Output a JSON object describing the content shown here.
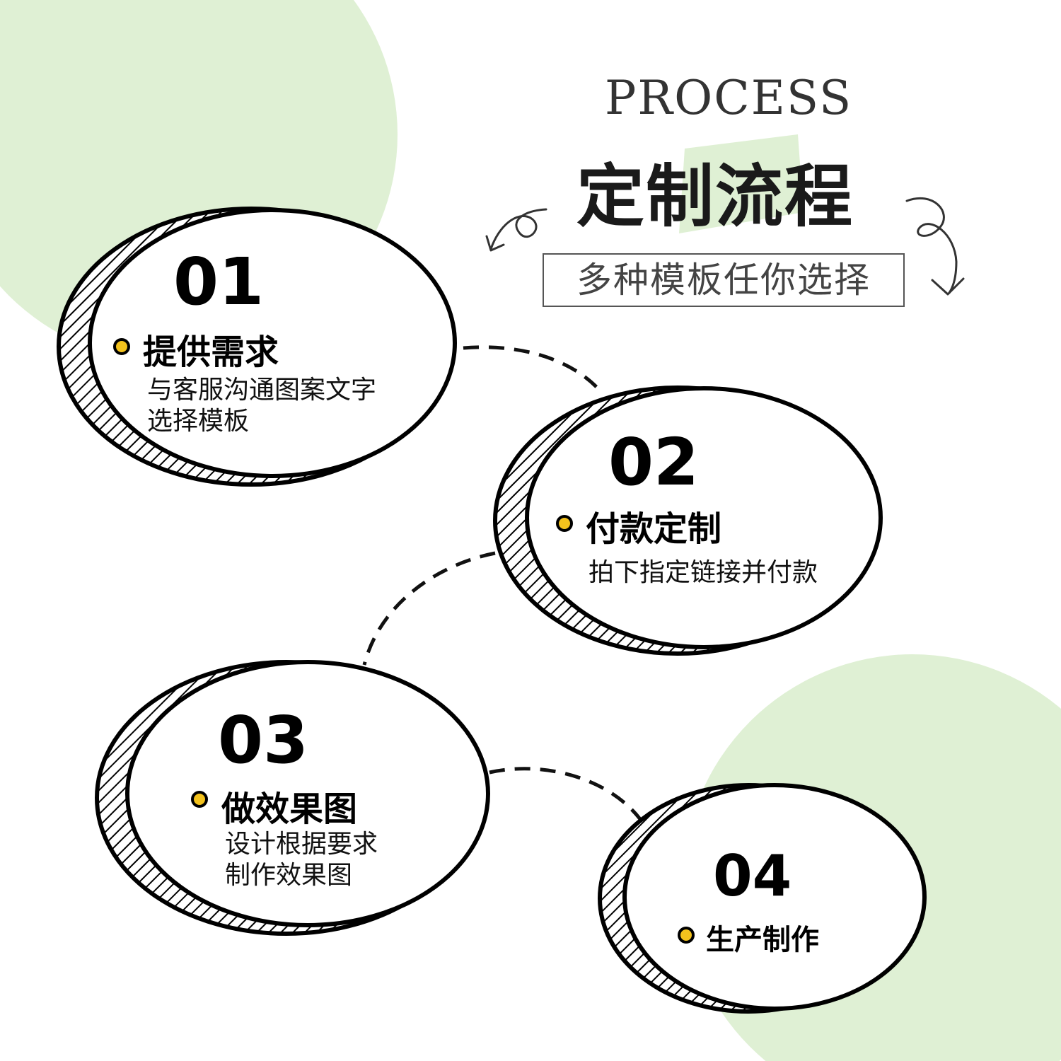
{
  "header": {
    "english_title": "PROCESS",
    "title": "定制流程",
    "subtitle": "多种模板任你选择"
  },
  "steps": [
    {
      "number": "01",
      "heading": "提供需求",
      "description_lines": [
        "与客服沟通图案文字",
        "选择模板"
      ]
    },
    {
      "number": "02",
      "heading": "付款定制",
      "description_lines": [
        "拍下指定链接并付款"
      ]
    },
    {
      "number": "03",
      "heading": "做效果图",
      "description_lines": [
        "设计根据要求",
        "制作效果图"
      ]
    },
    {
      "number": "04",
      "heading": "生产制作",
      "description_lines": []
    }
  ],
  "colors": {
    "background": "#ffffff",
    "blob_green": "#dff0d4",
    "accent_dot": "#f3c21d",
    "outline": "#000000"
  }
}
